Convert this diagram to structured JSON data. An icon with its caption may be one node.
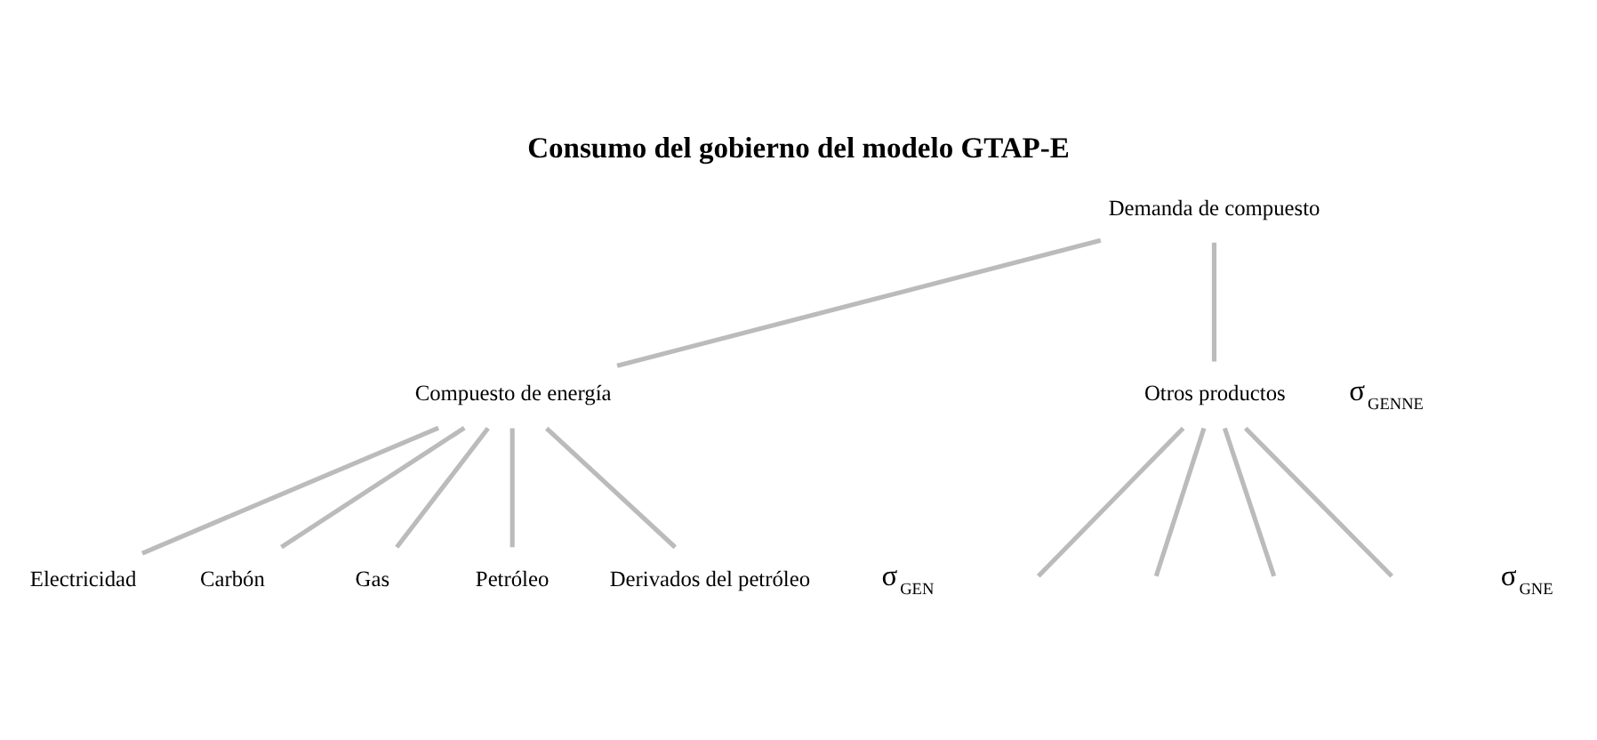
{
  "diagram": {
    "title": "Consumo del gobierno del modelo GTAP-E",
    "nodes": [
      {
        "text": [
          "Demanda de compuesto"
        ]
      },
      {
        "text": [
          "Compuesto de energía"
        ]
      },
      {
        "text": [
          "Otros productos"
        ]
      },
      {
        "text": [
          "Electricidad"
        ]
      },
      {
        "text": [
          "Carbón"
        ]
      },
      {
        "text": [
          "Gas"
        ]
      },
      {
        "text": [
          "Petróleo"
        ]
      },
      {
        "text": [
          "Derivados del petróleo"
        ]
      }
    ],
    "edges": [
      {
        "from": 0,
        "to": 1,
        "arrow": "none"
      },
      {
        "from": 0,
        "to": 2,
        "arrow": "none"
      },
      {
        "from": 1,
        "to": 3,
        "arrow": "none"
      },
      {
        "from": 1,
        "to": 4,
        "arrow": "none"
      },
      {
        "from": 1,
        "to": 5,
        "arrow": "none"
      },
      {
        "from": 1,
        "to": 6,
        "arrow": "none"
      },
      {
        "from": 1,
        "to": 7,
        "arrow": "none"
      },
      {
        "from": 2,
        "to": null,
        "arrow": "none"
      },
      {
        "from": 2,
        "to": null,
        "arrow": "none"
      },
      {
        "from": 2,
        "to": null,
        "arrow": "none"
      },
      {
        "from": 2,
        "to": null,
        "arrow": "none"
      }
    ],
    "labels": [
      "σ$_{GENNE}$",
      "σ$_{GEN}$",
      "σ$_{GNE}$"
    ]
  }
}
